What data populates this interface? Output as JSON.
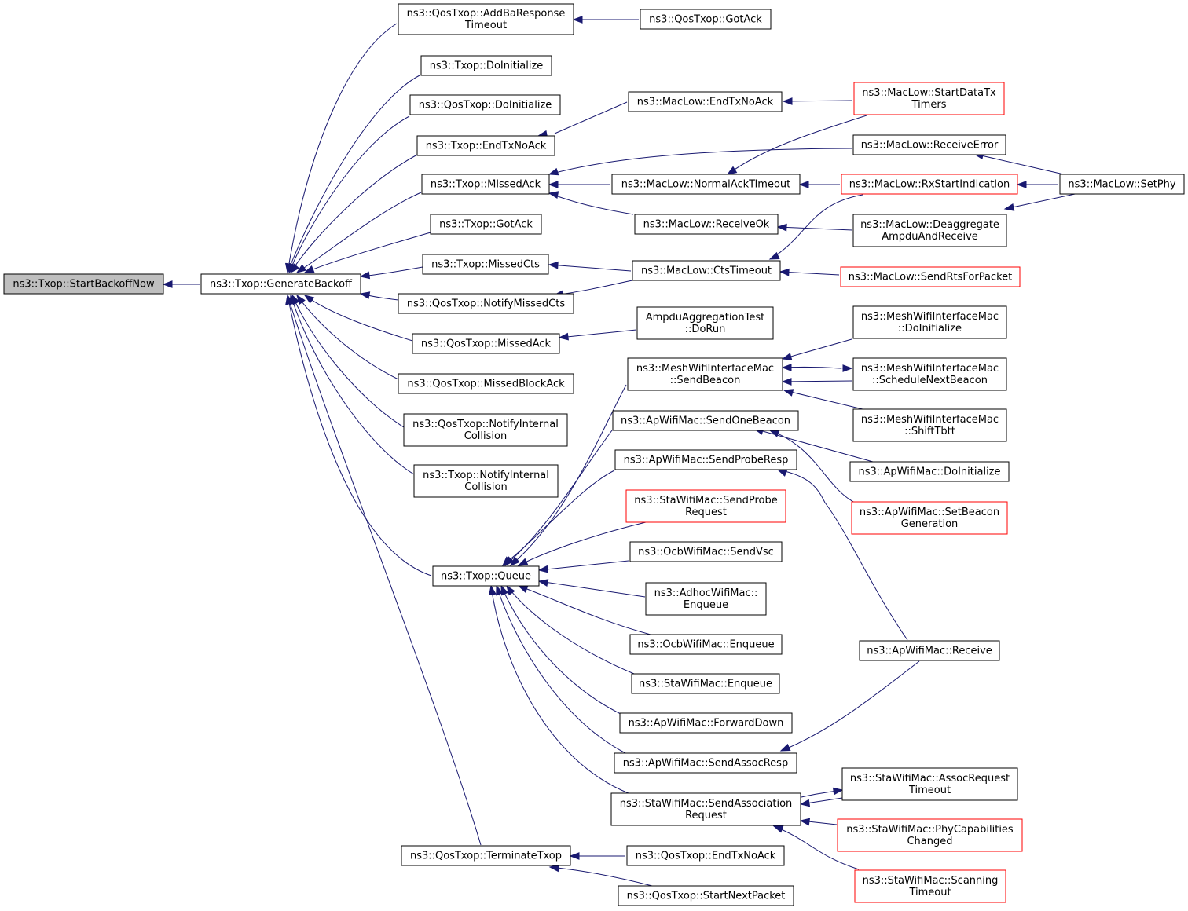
{
  "diagram": {
    "nodes": [
      {
        "id": "start_backoff_now",
        "lines": [
          "ns3::Txop::StartBackoffNow"
        ],
        "style": "root"
      },
      {
        "id": "generate_backoff",
        "lines": [
          "ns3::Txop::GenerateBackoff"
        ],
        "style": "normal"
      },
      {
        "id": "qos_add_ba_response_timeout",
        "lines": [
          "ns3::QosTxop::AddBaResponse",
          "Timeout"
        ],
        "style": "normal"
      },
      {
        "id": "txop_do_initialize",
        "lines": [
          "ns3::Txop::DoInitialize"
        ],
        "style": "normal"
      },
      {
        "id": "qos_do_initialize",
        "lines": [
          "ns3::QosTxop::DoInitialize"
        ],
        "style": "normal"
      },
      {
        "id": "txop_end_tx_no_ack",
        "lines": [
          "ns3::Txop::EndTxNoAck"
        ],
        "style": "normal"
      },
      {
        "id": "txop_missed_ack",
        "lines": [
          "ns3::Txop::MissedAck"
        ],
        "style": "normal"
      },
      {
        "id": "txop_got_ack",
        "lines": [
          "ns3::Txop::GotAck"
        ],
        "style": "normal"
      },
      {
        "id": "txop_missed_cts",
        "lines": [
          "ns3::Txop::MissedCts"
        ],
        "style": "normal"
      },
      {
        "id": "qos_notify_missed_cts",
        "lines": [
          "ns3::QosTxop::NotifyMissedCts"
        ],
        "style": "normal"
      },
      {
        "id": "qos_missed_ack",
        "lines": [
          "ns3::QosTxop::MissedAck"
        ],
        "style": "normal"
      },
      {
        "id": "qos_missed_block_ack",
        "lines": [
          "ns3::QosTxop::MissedBlockAck"
        ],
        "style": "normal"
      },
      {
        "id": "qos_notify_internal_collision",
        "lines": [
          "ns3::QosTxop::NotifyInternal",
          "Collision"
        ],
        "style": "normal"
      },
      {
        "id": "txop_notify_internal_collision",
        "lines": [
          "ns3::Txop::NotifyInternal",
          "Collision"
        ],
        "style": "normal"
      },
      {
        "id": "txop_queue",
        "lines": [
          "ns3::Txop::Queue"
        ],
        "style": "normal"
      },
      {
        "id": "qos_terminate_txop",
        "lines": [
          "ns3::QosTxop::TerminateTxop"
        ],
        "style": "normal"
      },
      {
        "id": "qos_got_ack",
        "lines": [
          "ns3::QosTxop::GotAck"
        ],
        "style": "normal"
      },
      {
        "id": "maclow_end_tx_no_ack",
        "lines": [
          "ns3::MacLow::EndTxNoAck"
        ],
        "style": "normal"
      },
      {
        "id": "maclow_normal_ack_timeout",
        "lines": [
          "ns3::MacLow::NormalAckTimeout"
        ],
        "style": "normal"
      },
      {
        "id": "maclow_receive_ok",
        "lines": [
          "ns3::MacLow::ReceiveOk"
        ],
        "style": "normal"
      },
      {
        "id": "maclow_cts_timeout",
        "lines": [
          "ns3::MacLow::CtsTimeout"
        ],
        "style": "normal"
      },
      {
        "id": "ampdu_aggregation_test_do_run",
        "lines": [
          "AmpduAggregationTest",
          "::DoRun"
        ],
        "style": "normal"
      },
      {
        "id": "mesh_send_beacon",
        "lines": [
          "ns3::MeshWifiInterfaceMac",
          "::SendBeacon"
        ],
        "style": "normal"
      },
      {
        "id": "ap_send_one_beacon",
        "lines": [
          "ns3::ApWifiMac::SendOneBeacon"
        ],
        "style": "normal"
      },
      {
        "id": "ap_send_probe_resp",
        "lines": [
          "ns3::ApWifiMac::SendProbeResp"
        ],
        "style": "normal"
      },
      {
        "id": "sta_send_probe_request",
        "lines": [
          "ns3::StaWifiMac::SendProbe",
          "Request"
        ],
        "style": "red"
      },
      {
        "id": "ocb_send_vsc",
        "lines": [
          "ns3::OcbWifiMac::SendVsc"
        ],
        "style": "normal"
      },
      {
        "id": "adhoc_enqueue",
        "lines": [
          "ns3::AdhocWifiMac::",
          "Enqueue"
        ],
        "style": "normal"
      },
      {
        "id": "ocb_enqueue",
        "lines": [
          "ns3::OcbWifiMac::Enqueue"
        ],
        "style": "normal"
      },
      {
        "id": "sta_enqueue",
        "lines": [
          "ns3::StaWifiMac::Enqueue"
        ],
        "style": "normal"
      },
      {
        "id": "ap_forward_down",
        "lines": [
          "ns3::ApWifiMac::ForwardDown"
        ],
        "style": "normal"
      },
      {
        "id": "ap_send_assoc_resp",
        "lines": [
          "ns3::ApWifiMac::SendAssocResp"
        ],
        "style": "normal"
      },
      {
        "id": "sta_send_association_request",
        "lines": [
          "ns3::StaWifiMac::SendAssociation",
          "Request"
        ],
        "style": "normal"
      },
      {
        "id": "qos_end_tx_no_ack",
        "lines": [
          "ns3::QosTxop::EndTxNoAck"
        ],
        "style": "normal"
      },
      {
        "id": "qos_start_next_packet",
        "lines": [
          "ns3::QosTxop::StartNextPacket"
        ],
        "style": "normal"
      },
      {
        "id": "maclow_start_data_tx_timers",
        "lines": [
          "ns3::MacLow::StartDataTx",
          "Timers"
        ],
        "style": "red"
      },
      {
        "id": "maclow_receive_error",
        "lines": [
          "ns3::MacLow::ReceiveError"
        ],
        "style": "normal"
      },
      {
        "id": "maclow_rx_start_indication",
        "lines": [
          "ns3::MacLow::RxStartIndication"
        ],
        "style": "red"
      },
      {
        "id": "maclow_deaggregate",
        "lines": [
          "ns3::MacLow::Deaggregate",
          "AmpduAndReceive"
        ],
        "style": "normal"
      },
      {
        "id": "maclow_send_rts_for_packet",
        "lines": [
          "ns3::MacLow::SendRtsForPacket"
        ],
        "style": "red"
      },
      {
        "id": "mesh_do_initialize",
        "lines": [
          "ns3::MeshWifiInterfaceMac",
          "::DoInitialize"
        ],
        "style": "normal"
      },
      {
        "id": "mesh_schedule_next_beacon",
        "lines": [
          "ns3::MeshWifiInterfaceMac",
          "::ScheduleNextBeacon"
        ],
        "style": "normal"
      },
      {
        "id": "mesh_shift_tbtt",
        "lines": [
          "ns3::MeshWifiInterfaceMac",
          "::ShiftTbtt"
        ],
        "style": "normal"
      },
      {
        "id": "ap_do_initialize",
        "lines": [
          "ns3::ApWifiMac::DoInitialize"
        ],
        "style": "normal"
      },
      {
        "id": "ap_set_beacon_generation",
        "lines": [
          "ns3::ApWifiMac::SetBeacon",
          "Generation"
        ],
        "style": "red"
      },
      {
        "id": "ap_receive",
        "lines": [
          "ns3::ApWifiMac::Receive"
        ],
        "style": "normal"
      },
      {
        "id": "sta_assoc_request_timeout",
        "lines": [
          "ns3::StaWifiMac::AssocRequest",
          "Timeout"
        ],
        "style": "normal"
      },
      {
        "id": "sta_phy_capabilities_changed",
        "lines": [
          "ns3::StaWifiMac::PhyCapabilities",
          "Changed"
        ],
        "style": "red"
      },
      {
        "id": "sta_scanning_timeout",
        "lines": [
          "ns3::StaWifiMac::Scanning",
          "Timeout"
        ],
        "style": "red"
      },
      {
        "id": "maclow_set_phy",
        "lines": [
          "ns3::MacLow::SetPhy"
        ],
        "style": "normal"
      }
    ]
  }
}
